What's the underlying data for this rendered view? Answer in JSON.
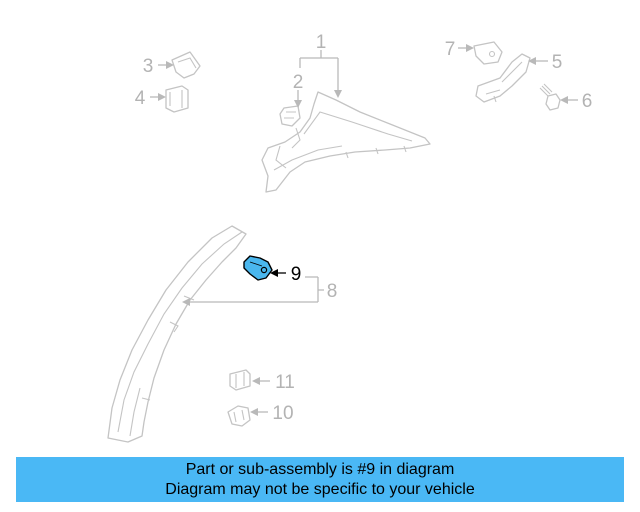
{
  "callouts": {
    "c1": "1",
    "c2": "2",
    "c3": "3",
    "c4": "4",
    "c5": "5",
    "c6": "6",
    "c7": "7",
    "c8": "8",
    "c9": "9",
    "c10": "10",
    "c11": "11"
  },
  "highlighted_part": "9",
  "colors": {
    "highlight_fill": "#4ab7ee",
    "banner_background": "#4ab8f5",
    "part_stroke": "#c4c4c4"
  },
  "banner": {
    "line1": "Part or sub-assembly is #9 in diagram",
    "line2": "Diagram may not be specific to your vehicle"
  }
}
